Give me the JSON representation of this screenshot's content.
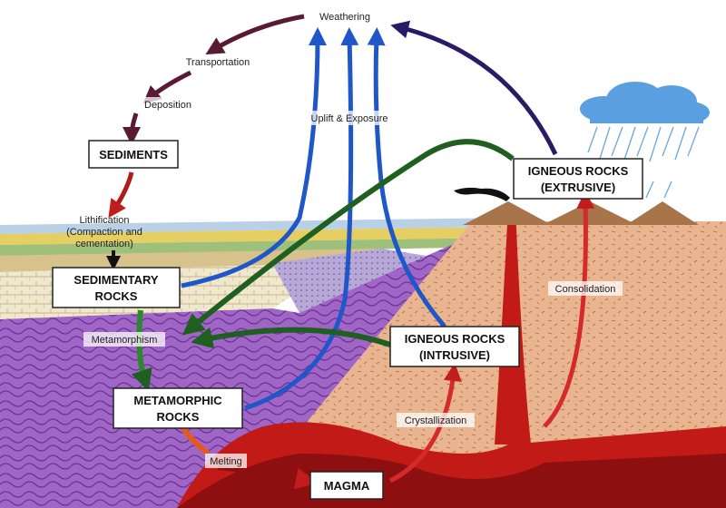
{
  "labels": {
    "weathering": "Weathering",
    "transportation": "Transportation",
    "deposition": "Deposition",
    "sediments": "SEDIMENTS",
    "lithification_1": "Lithification",
    "lithification_2": "(Compaction and",
    "lithification_3": "cementation)",
    "sedimentary_1": "SEDIMENTARY",
    "sedimentary_2": "ROCKS",
    "metamorphism": "Metamorphism",
    "metamorphic_1": "METAMORPHIC",
    "metamorphic_2": "ROCKS",
    "melting": "Melting",
    "magma": "MAGMA",
    "crystallization": "Crystallization",
    "intrusive_1": "IGNEOUS ROCKS",
    "intrusive_2": "(INTRUSIVE)",
    "consolidation": "Consolidation",
    "extrusive_1": "IGNEOUS ROCKS",
    "extrusive_2": "(EXTRUSIVE)",
    "uplift": "Uplift & Exposure"
  },
  "colors": {
    "sky": "#ffffff",
    "crust": "#e8b48e",
    "mantle_red": "#c61818",
    "purple_rock": "#9a5fc4",
    "sediment_yellow": "#e8d36a",
    "arrow_blue": "#1f57c8",
    "arrow_green": "#1f5f1f",
    "arrow_navy": "#2b1a66",
    "arrow_maroon": "#5a1a33",
    "arrow_red": "#c21d1d",
    "rain_cloud": "#5aa0e0",
    "mountain": "#a8754a"
  }
}
